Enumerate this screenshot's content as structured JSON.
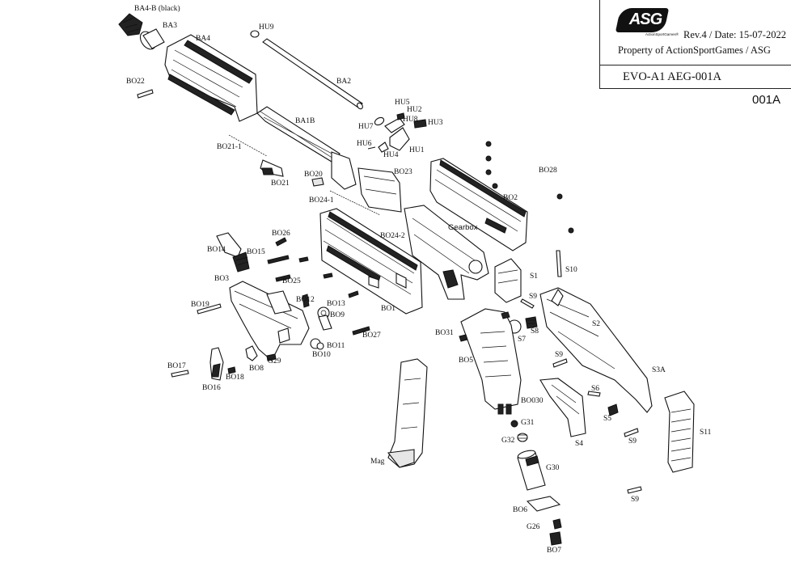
{
  "title_block": {
    "logo_text": "ASG",
    "logo_subtext": "ActionSportGames®",
    "revision": "Rev.4 / Date: 15-07-2022",
    "property": "Property of ActionSportGames / ASG",
    "model": "EVO-A1 AEG-001A",
    "code": "001A"
  },
  "part_labels": {
    "BA4B": "BA4-B (black)",
    "BA3": "BA3",
    "BA4": "BA4",
    "HU9": "HU9",
    "BO22": "BO22",
    "BA2": "BA2",
    "HU5": "HU5",
    "HU2": "HU2",
    "HU7": "HU7",
    "HU8": "HU8",
    "HU3": "HU3",
    "BA1B": "BA1B",
    "HU6": "HU6",
    "HU1": "HU1",
    "HU4": "HU4",
    "BO21_1": "BO21-1",
    "BO28": "BO28",
    "BO20": "BO20",
    "BO23": "BO23",
    "BO21": "BO21",
    "BO24_1": "BO24-1",
    "BO2": "BO2",
    "Gearbox": "Gearbox",
    "BO26": "BO26",
    "BO24_2": "BO24-2",
    "BO14": "BO14",
    "BO15": "BO15",
    "S10": "S10",
    "S1": "S1",
    "BO3": "BO3",
    "BO25": "BO25",
    "S9a": "S9",
    "BO12": "BO12",
    "BO13": "BO13",
    "BO19": "BO19",
    "BO1": "BO1",
    "BO9": "BO9",
    "S2": "S2",
    "BO27": "BO27",
    "BO31": "BO31",
    "S7": "S7",
    "S8": "S8",
    "BO11": "BO11",
    "BO10": "BO10",
    "BO5": "BO5",
    "S9b": "S9",
    "G29": "G29",
    "BO17": "BO17",
    "BO8": "BO8",
    "BO18": "BO18",
    "S3A": "S3A",
    "BO16": "BO16",
    "S6": "S6",
    "BO30": "BO030",
    "S5": "S5",
    "G31": "G31",
    "S11": "S11",
    "S9c": "S9",
    "G32": "G32",
    "S4": "S4",
    "Mag": "Mag",
    "G30": "G30",
    "S9d": "S9",
    "BO6": "BO6",
    "G26": "G26",
    "BO7": "BO7"
  }
}
